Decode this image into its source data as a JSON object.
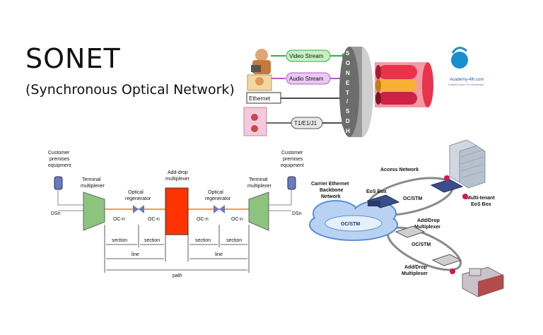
{
  "header": {
    "title": "SONET",
    "subtitle": "(Synchronous Optical Network)"
  },
  "top_diagram": {
    "streams": [
      "Video Stream",
      "Audio Stream",
      "Ethernet",
      "T1/E1/J1"
    ],
    "drum_letters": [
      "S",
      "O",
      "N",
      "E",
      "T",
      "/",
      "S",
      "D",
      "H"
    ],
    "logo_text": "Academy-4th.com",
    "logo_tagline": "Fastest Road To Knowledge"
  },
  "bottom_left": {
    "cpe_left": "Customer premises equipment",
    "cpe_right": "Customer premises equipment",
    "terminal_left": "Terminal multiplexer",
    "terminal_right": "Terminal multiplexer",
    "regen_left": "Optical regenerator",
    "regen_right": "Optical regenerator",
    "adm": "Add-drop multiplexer",
    "dsn_left": "DSn",
    "dsn_right": "DSn",
    "oc_labels": [
      "OC-n",
      "OC-n",
      "OC-n",
      "OC-n"
    ],
    "section_labels": [
      "section",
      "section",
      "section",
      "section"
    ],
    "line_labels": [
      "line",
      "line"
    ],
    "path_label": "path"
  },
  "bottom_right": {
    "access_network": "Access Network",
    "carrier": "Carrier Ethernet Backbone Network",
    "cloud_label": "OC/STM",
    "eos_box": "EoS Box",
    "oc_top": "OC/STM",
    "multi_tenant": "Multi-tenant EoS Box",
    "adm_top": "Add/Drop Multiplexer",
    "oc_mid": "OC/STM",
    "adm_bottom": "Add/Drop Multiplexer"
  },
  "colors": {
    "stream_green": "#2fb23a",
    "stream_purple": "#b65bc8",
    "cylinder_red": "#e8334a",
    "adm_orange": "#ff3300",
    "mux_green": "#8cc47e",
    "cloud_blue": "#5b8fd6",
    "cpe_blue": "#6a78c8",
    "node_pink": "#d8135c"
  }
}
